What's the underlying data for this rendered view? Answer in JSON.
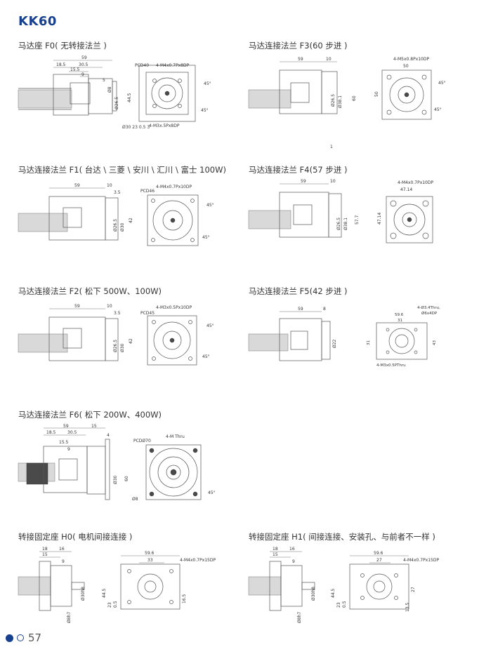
{
  "header": {
    "brand": "KK60"
  },
  "sections": {
    "f0": {
      "title": "马达座 F0( 无转接法兰 )",
      "dims": [
        "59",
        "18.5",
        "30.5",
        "15.5",
        "9",
        "5",
        "Ø8",
        "Ø26.5",
        "Ø30",
        "44.5",
        "23",
        "0.5",
        "3"
      ],
      "front": {
        "pcd": "PCD40",
        "note_a": "4-M4x0.7Px8DP",
        "note_b": "4-M3x.5Px8DP",
        "angle_a": "45°",
        "angle_b": "45°"
      }
    },
    "f3": {
      "title": "马达连接法兰 F3(60 步进 )",
      "dims": [
        "59",
        "10",
        "1",
        "Ø26.5",
        "Ø38.1",
        "60"
      ],
      "front": {
        "note": "4-M5x0.8Px10DP",
        "w": "50",
        "h": "50",
        "angle_a": "45°",
        "angle_b": "45°"
      }
    },
    "f1": {
      "title": "马达连接法兰 F1( 台达 \\ 三菱 \\ 安川 \\ 汇川 \\ 富士 100W)",
      "dims": [
        "59",
        "10",
        "3.5",
        "Ø26.5",
        "Ø30",
        "42"
      ],
      "front": {
        "pcd": "PCD46",
        "note": "4-M4x0.7Px10DP",
        "angle_a": "45°",
        "angle_b": "45°"
      }
    },
    "f4": {
      "title": "马达连接法兰 F4(57 步进 )",
      "dims": [
        "59",
        "10",
        "Ø26.5",
        "Ø38.1",
        "57.7"
      ],
      "front": {
        "note": "4-M4x0.7Px10DP",
        "w": "47.14",
        "h": "47.14"
      }
    },
    "f2": {
      "title": "马达连接法兰 F2( 松下 500W、100W)",
      "dims": [
        "59",
        "10",
        "3.5",
        "Ø26.5",
        "Ø30",
        "42"
      ],
      "front": {
        "pcd": "PCD45",
        "note": "4-M3x0.5Px10DP",
        "angle_a": "45°",
        "angle_b": "45°"
      }
    },
    "f5": {
      "title": "马达连接法兰 F5(42 步进 )",
      "dims": [
        "59",
        "8",
        "Ø22"
      ],
      "front": {
        "note_a": "4-Ø3.4Thru,",
        "note_b": "Ø6x4DP",
        "w": "59.6",
        "w2": "31",
        "h": "43",
        "h2": "31",
        "note_c": "4-M3x0.5PThru"
      }
    },
    "f6": {
      "title": "马达连接法兰 F6( 松下 200W、400W)",
      "dims": [
        "59",
        "15",
        "4",
        "18.5",
        "30.5",
        "15.5",
        "9",
        "Ø8",
        "Ø30",
        "60"
      ],
      "front": {
        "pcd": "PCDØ70",
        "note": "4-M  Thru",
        "angle": "45°"
      }
    },
    "h0": {
      "title": "转接固定座 H0( 电机间接连接 )",
      "dims": [
        "18",
        "16",
        "15",
        "9",
        "Ø30h8",
        "44.5",
        "23",
        "0.5",
        "Ø8h7"
      ],
      "front": {
        "w": "59.6",
        "w2": "33",
        "note": "4-M4x0.7Px15DP",
        "h": "16.5"
      }
    },
    "h1": {
      "title": "转接固定座 H1( 间接连接、安装孔、与前者不一样 )",
      "dims": [
        "18",
        "16",
        "15",
        "9",
        "Ø30h8",
        "44.5",
        "23",
        "0.5",
        "Ø8h7"
      ],
      "front": {
        "w": "59.6",
        "w2": "27",
        "note": "4-M4x0.7Px15DP",
        "h": "27",
        "h2": "13.5"
      }
    }
  },
  "footer": {
    "page_number": "57"
  }
}
